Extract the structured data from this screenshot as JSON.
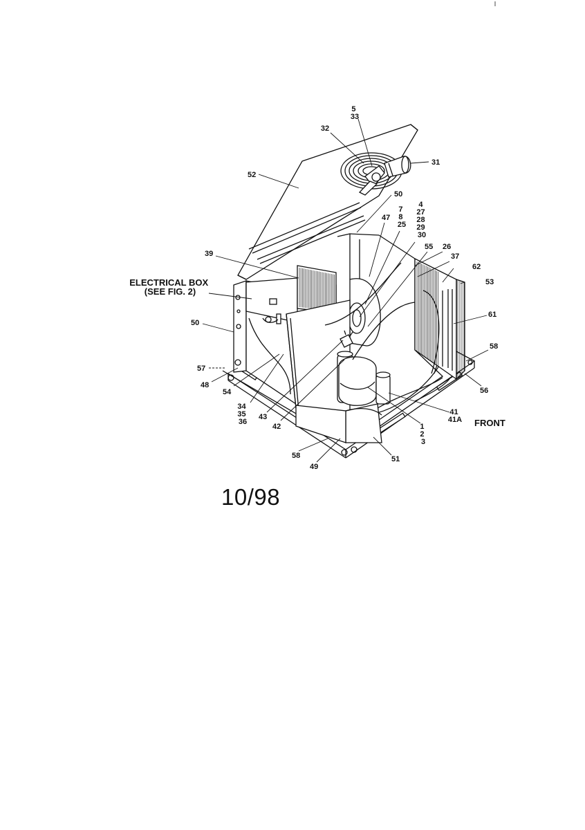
{
  "diagram": {
    "date": "10/98",
    "callouts": [
      {
        "id": "c-5-33",
        "lines": [
          "5",
          "33"
        ]
      },
      {
        "id": "c-32",
        "lines": [
          "32"
        ]
      },
      {
        "id": "c-31",
        "lines": [
          "31"
        ]
      },
      {
        "id": "c-52",
        "lines": [
          "52"
        ]
      },
      {
        "id": "c-50-top",
        "lines": [
          "50"
        ]
      },
      {
        "id": "c-47",
        "lines": [
          "47"
        ]
      },
      {
        "id": "c-7-8-25",
        "lines": [
          "7",
          "8",
          "25"
        ]
      },
      {
        "id": "c-4-27-30",
        "lines": [
          "4",
          "27",
          "28",
          "29",
          "30"
        ]
      },
      {
        "id": "c-55",
        "lines": [
          "55"
        ]
      },
      {
        "id": "c-26",
        "lines": [
          "26"
        ]
      },
      {
        "id": "c-37",
        "lines": [
          "37"
        ]
      },
      {
        "id": "c-62",
        "lines": [
          "62"
        ]
      },
      {
        "id": "c-53",
        "lines": [
          "53"
        ]
      },
      {
        "id": "c-39",
        "lines": [
          "39"
        ]
      },
      {
        "id": "c-elec",
        "lines": [
          "ELECTRICAL BOX",
          "(SEE FIG. 2)"
        ]
      },
      {
        "id": "c-61",
        "lines": [
          "61"
        ]
      },
      {
        "id": "c-50-left",
        "lines": [
          "50"
        ]
      },
      {
        "id": "c-58-right",
        "lines": [
          "58"
        ]
      },
      {
        "id": "c-57",
        "lines": [
          "57"
        ]
      },
      {
        "id": "c-48",
        "lines": [
          "48"
        ]
      },
      {
        "id": "c-56",
        "lines": [
          "56"
        ]
      },
      {
        "id": "c-54",
        "lines": [
          "54"
        ]
      },
      {
        "id": "c-34-36",
        "lines": [
          "34",
          "35",
          "36"
        ]
      },
      {
        "id": "c-43",
        "lines": [
          "43"
        ]
      },
      {
        "id": "c-42",
        "lines": [
          "42"
        ]
      },
      {
        "id": "c-41",
        "lines": [
          "41",
          "41A"
        ]
      },
      {
        "id": "c-front",
        "lines": [
          "FRONT"
        ]
      },
      {
        "id": "c-1-3",
        "lines": [
          "1",
          "2",
          "3"
        ]
      },
      {
        "id": "c-58-bottom",
        "lines": [
          "58"
        ]
      },
      {
        "id": "c-49",
        "lines": [
          "49"
        ]
      },
      {
        "id": "c-51",
        "lines": [
          "51"
        ]
      }
    ]
  }
}
